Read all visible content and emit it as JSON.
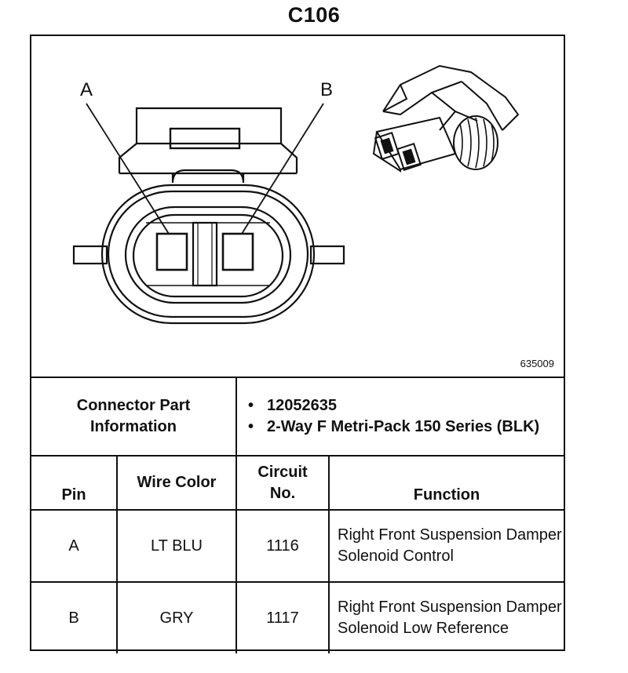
{
  "title": "C106",
  "figure_id": "635009",
  "pin_labels": {
    "a": "A",
    "b": "B"
  },
  "connector_info": {
    "label": "Connector Part Information",
    "items": [
      "12052635",
      "2-Way F Metri-Pack 150 Series (BLK)"
    ]
  },
  "table": {
    "headers": {
      "pin": "Pin",
      "wire_color": "Wire Color",
      "circuit": "Circuit No.",
      "function": "Function"
    },
    "rows": [
      {
        "pin": "A",
        "wire_color": "LT BLU",
        "circuit": "1116",
        "function": "Right Front Suspension Damper Solenoid Control"
      },
      {
        "pin": "B",
        "wire_color": "GRY",
        "circuit": "1117",
        "function": "Right Front Suspension Damper Solenoid Low Reference"
      }
    ]
  }
}
